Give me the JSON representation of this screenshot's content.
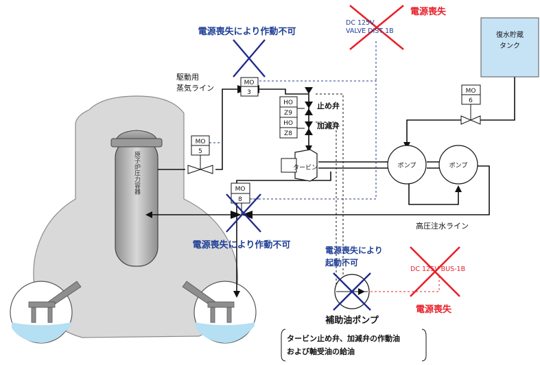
{
  "labels": {
    "header_inop": "電源喪失により作動不可",
    "lower_inop": "電源喪失により作動不可",
    "power_loss_top": "電源喪失",
    "power_loss_bottom": "電源喪失",
    "dc_valve_line1": "DC 125V",
    "dc_valve_line2": "VALVE DIST 1B",
    "dc_bus": "DC 125V BUS-1B",
    "steam_line_1": "駆動用",
    "steam_line_2": "蒸気ライン",
    "stop_valve": "止め弁",
    "governor_valve": "加減弁",
    "turbine": "タービン",
    "pump1": "ポンプ",
    "pump2": "ポンプ",
    "cst_1": "復水貯蔵",
    "cst_2": "タンク",
    "hp_injection_line": "高圧注水ライン",
    "rpv": "原子炉圧力容器",
    "cannot_start_1": "電源喪失により",
    "cannot_start_2": "起動不可",
    "aux_oil_pump": "補助油ポンプ",
    "note_1": "タービン止め弁、加減弁の作動油",
    "note_2": "および軸受油の給油"
  },
  "valves": {
    "mo3": {
      "tag": "MO",
      "num": "3"
    },
    "mo5": {
      "tag": "MO",
      "num": "5"
    },
    "mo6": {
      "tag": "MO",
      "num": "6"
    },
    "mo8": {
      "tag": "MO",
      "num": "8"
    },
    "ho9": {
      "tag": "HO",
      "num": "Z9"
    },
    "ho8": {
      "tag": "HO",
      "num": "Z8"
    }
  },
  "colors": {
    "pipe": "#111111",
    "vessel_fill": "#d9d9d9",
    "tank_fill": "#c6e2f5",
    "water": "#b5dff2",
    "fail_red": "#e8202a",
    "fail_blue": "#1f2a8a",
    "heading_blue": "#1f3e96",
    "dashed_blue": "#23368c"
  }
}
